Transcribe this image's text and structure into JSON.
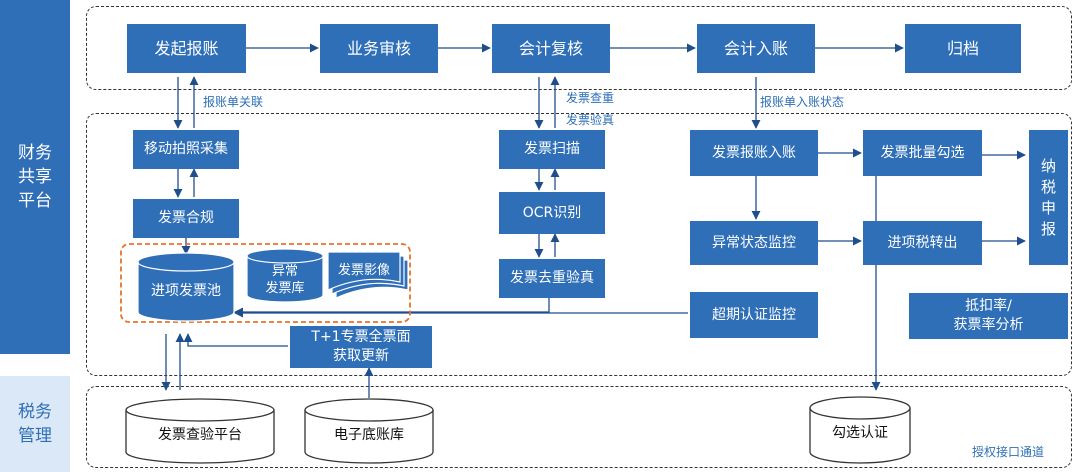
{
  "sidebar": {
    "finance_platform": "财务\n共享\n平台",
    "tax_management": "税务\n管理"
  },
  "flow": {
    "initiate": "发起报账",
    "business_review": "业务审核",
    "accounting_review": "会计复核",
    "accounting_entry": "会计入账",
    "archive": "归档"
  },
  "nodes": {
    "mobile_capture": "移动拍照采集",
    "invoice_compliance": "发票合规",
    "input_invoice_pool": "进项发票池",
    "abnormal_invoice_lib": "异常\n发票库",
    "invoice_image": "发票影像",
    "invoice_scan": "发票扫描",
    "ocr": "OCR识别",
    "dedup_verify": "发票去重验真",
    "invoice_entry": "发票报账入账",
    "abnormal_monitor": "异常状态监控",
    "overdue_monitor": "超期认证监控",
    "batch_select": "发票批量勾选",
    "input_tax_out": "进项税转出",
    "tax_filing": "纳\n税\n申\n报",
    "deduction_analysis": "抵扣率/\n获票率分析",
    "t1_update": "T+1专票全票面\n获取更新"
  },
  "databases": {
    "verify_platform": "发票查验平台",
    "e_ledger": "电子底账库",
    "select_cert": "勾选认证"
  },
  "labels": {
    "claim_link": "报账单关联",
    "invoice_check": "发票查重",
    "invoice_verify": "发票验真",
    "entry_status": "报账单入账状态",
    "auth_channel": "授权接口通道"
  },
  "colors": {
    "box_blue": "#2e6fb7",
    "side_blue": "#2e6fb7",
    "side_light": "#dbe8f7",
    "highlight_orange": "#e8732a"
  }
}
